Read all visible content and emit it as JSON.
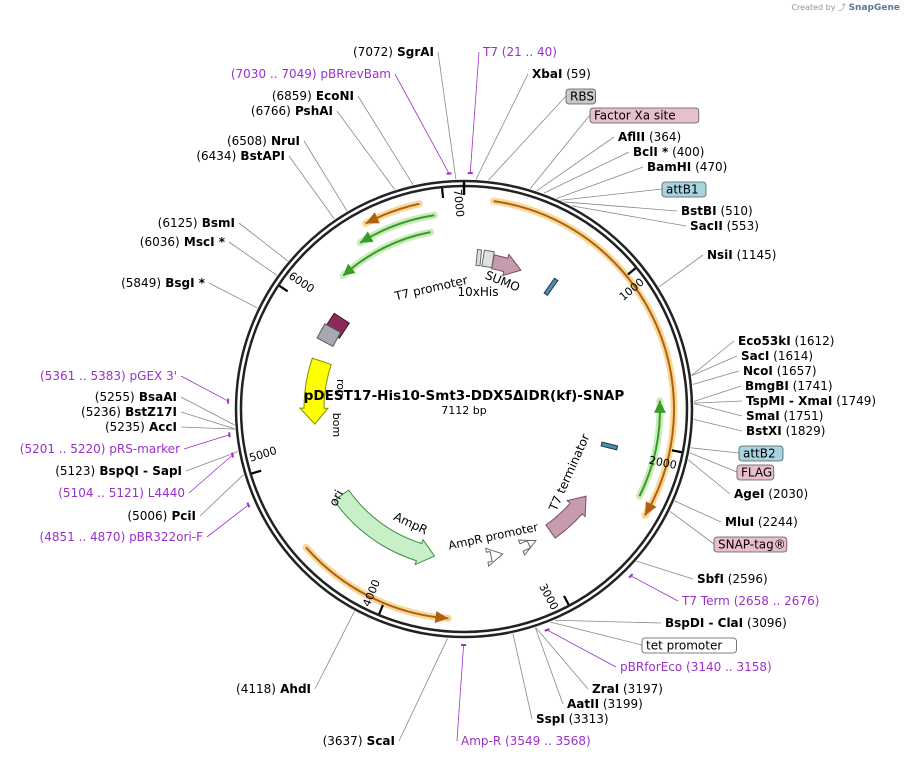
{
  "credit": {
    "prefix": "Created by",
    "brand": "SnapGene"
  },
  "plasmid": {
    "name": "pDEST17-His10-Smt3-DDX5ΔIDR(kf)-SNAP",
    "length": 7112,
    "length_text": "7112 bp"
  },
  "ticks": [
    {
      "bp": 1000,
      "label": "1000"
    },
    {
      "bp": 2000,
      "label": "2000"
    },
    {
      "bp": 3000,
      "label": "3000"
    },
    {
      "bp": 4000,
      "label": "4000"
    },
    {
      "bp": 5000,
      "label": "5000"
    },
    {
      "bp": 6000,
      "label": "6000"
    },
    {
      "bp": 7000,
      "label": "7000"
    }
  ],
  "sites": [
    {
      "name": "SgrAI",
      "pos": "(7072)",
      "bp": 7072
    },
    {
      "name": "XbaI",
      "pos": "(59)",
      "bp": 59
    },
    {
      "name": "EcoNI",
      "pos": "(6859)",
      "bp": 6859
    },
    {
      "name": "PshAI",
      "pos": "(6766)",
      "bp": 6766
    },
    {
      "name": "AflII",
      "pos": "(364)",
      "bp": 364
    },
    {
      "name": "BclI *",
      "pos": "(400)",
      "bp": 400
    },
    {
      "name": "BamHI",
      "pos": "(470)",
      "bp": 470
    },
    {
      "name": "NruI",
      "pos": "(6508)",
      "bp": 6508
    },
    {
      "name": "BstAPI",
      "pos": "(6434)",
      "bp": 6434
    },
    {
      "name": "BstBI",
      "pos": "(510)",
      "bp": 510
    },
    {
      "name": "SacII",
      "pos": "(553)",
      "bp": 553
    },
    {
      "name": "BsmI",
      "pos": "(6125)",
      "bp": 6125
    },
    {
      "name": "MscI *",
      "pos": "(6036)",
      "bp": 6036
    },
    {
      "name": "NsiI",
      "pos": "(1145)",
      "bp": 1145
    },
    {
      "name": "BsgI *",
      "pos": "(5849)",
      "bp": 5849
    },
    {
      "name": "Eco53kI",
      "pos": "(1612)",
      "bp": 1612
    },
    {
      "name": "SacI",
      "pos": "(1614)",
      "bp": 1614
    },
    {
      "name": "NcoI",
      "pos": "(1657)",
      "bp": 1657
    },
    {
      "name": "BmgBI",
      "pos": "(1741)",
      "bp": 1741
    },
    {
      "name": "TspMI - XmaI",
      "pos": "(1749)",
      "bp": 1749
    },
    {
      "name": "SmaI",
      "pos": "(1751)",
      "bp": 1751
    },
    {
      "name": "BstXI",
      "pos": "(1829)",
      "bp": 1829
    },
    {
      "name": "BsaAI",
      "pos": "(5255)",
      "bp": 5255
    },
    {
      "name": "BstZ17I",
      "pos": "(5236)",
      "bp": 5236
    },
    {
      "name": "AccI",
      "pos": "(5235)",
      "bp": 5235
    },
    {
      "name": "AgeI",
      "pos": "(2030)",
      "bp": 2030
    },
    {
      "name": "BspQI - SapI",
      "pos": "(5123)",
      "bp": 5123
    },
    {
      "name": "MluI",
      "pos": "(2244)",
      "bp": 2244
    },
    {
      "name": "PciI",
      "pos": "(5006)",
      "bp": 5006
    },
    {
      "name": "SbfI",
      "pos": "(2596)",
      "bp": 2596
    },
    {
      "name": "BspDI - ClaI",
      "pos": "(3096)",
      "bp": 3096
    },
    {
      "name": "ZraI",
      "pos": "(3197)",
      "bp": 3197
    },
    {
      "name": "AatII",
      "pos": "(3199)",
      "bp": 3199
    },
    {
      "name": "SspI",
      "pos": "(3313)",
      "bp": 3313
    },
    {
      "name": "AhdI",
      "pos": "(4118)",
      "bp": 4118
    },
    {
      "name": "ScaI",
      "pos": "(3637)",
      "bp": 3637
    }
  ],
  "primers": [
    {
      "name": "T7",
      "range": "(21 .. 40)",
      "bp": 30
    },
    {
      "name": "pBRrevBam",
      "range": "(7030 .. 7049)",
      "bp": 7040
    },
    {
      "name": "pGEX 3'",
      "range": "(5361 .. 5383)",
      "bp": 5372
    },
    {
      "name": "pRS-marker",
      "range": "(5201 .. 5220)",
      "bp": 5210
    },
    {
      "name": "L4440",
      "range": "(5104 .. 5121)",
      "bp": 5112
    },
    {
      "name": "pBR322ori-F",
      "range": "(4851 .. 4870)",
      "bp": 4860
    },
    {
      "name": "T7 Term",
      "range": "(2658 .. 2676)",
      "bp": 2667
    },
    {
      "name": "pBRforEco",
      "range": "(3140 .. 3158)",
      "bp": 3149
    },
    {
      "name": "Amp-R",
      "range": "(3549 .. 3568)",
      "bp": 3558
    }
  ],
  "feature_boxes": [
    {
      "name": "RBS",
      "bp": 120,
      "fill": "#c8c8c8"
    },
    {
      "name": "Factor Xa site",
      "bp": 330,
      "fill": "#e8c0cc"
    },
    {
      "name": "attB1",
      "bp": 490,
      "fill": "#a8d4e0"
    },
    {
      "name": "attB2",
      "bp": 1970,
      "fill": "#a8d4e0"
    },
    {
      "name": "FLAG",
      "bp": 1995,
      "fill": "#e8c0cc"
    },
    {
      "name": "SNAP-tag®",
      "bp": 2300,
      "fill": "#e8c0cc"
    },
    {
      "name": "tet promoter",
      "bp": 3120,
      "fill": "#ffffff"
    }
  ],
  "inner_labels": {
    "t7_promoter": "T7 promoter",
    "his": "10xHis",
    "sumo": "SUMO",
    "t7_terminator": "T7 terminator",
    "ampr": "AmpR",
    "ampr_promoter": "AmpR promoter",
    "ori": "ori",
    "bom": "bom",
    "rop": "rop"
  },
  "colors": {
    "backbone": "#222222",
    "site_label": "#000000",
    "primer": "#9b30c8",
    "orf_orange": "#e8a030",
    "orf_green": "#3a9a2a",
    "sumo": "#c89ab0",
    "ori": "#ffff00",
    "ampr": "#c8f0c8",
    "rop": "#8c2a5a",
    "bom": "#a8a8b0"
  }
}
